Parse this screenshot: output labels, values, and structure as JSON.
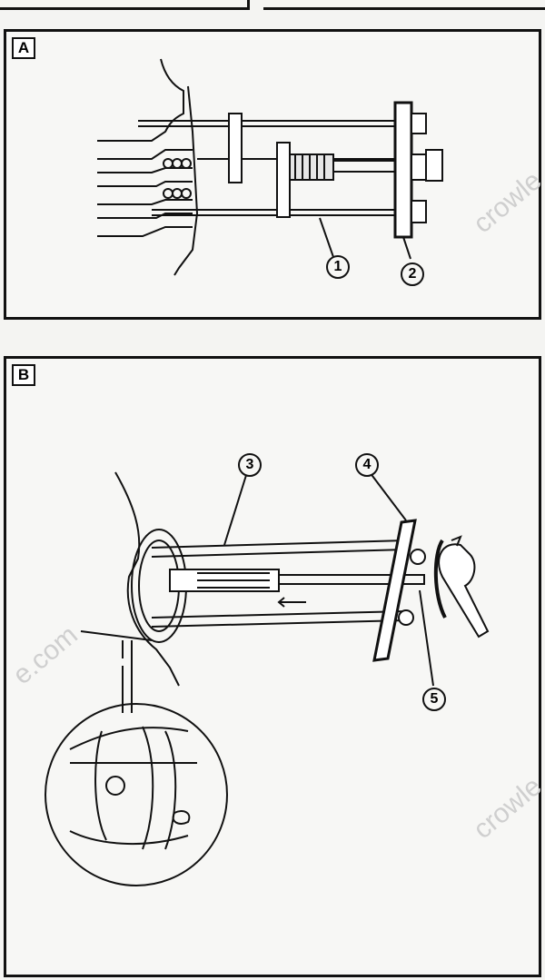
{
  "panels": [
    {
      "label": "A",
      "callouts": [
        "1",
        "2"
      ]
    },
    {
      "label": "B",
      "callouts": [
        "3",
        "4",
        "5"
      ]
    }
  ],
  "watermarks": [
    "crowle",
    "e.com",
    "crowle"
  ]
}
